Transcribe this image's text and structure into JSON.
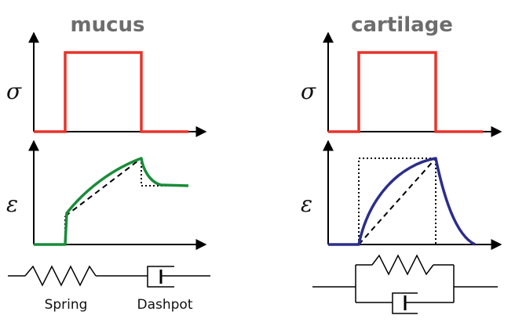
{
  "panels": [
    {
      "title": "mucus",
      "stress_symbol": "σ",
      "strain_symbol": "ε",
      "response_color": "#1a8c3a",
      "model": "maxwell-series",
      "component_labels": [
        "Spring",
        "Dashpot"
      ]
    },
    {
      "title": "cartilage",
      "stress_symbol": "σ",
      "strain_symbol": "ε",
      "response_color": "#2b2e8a",
      "model": "kelvin-voigt-parallel",
      "component_labels": []
    }
  ],
  "colors": {
    "stress_pulse": "#e8332a",
    "axes": "#000000",
    "reference_lines": "#000000"
  }
}
